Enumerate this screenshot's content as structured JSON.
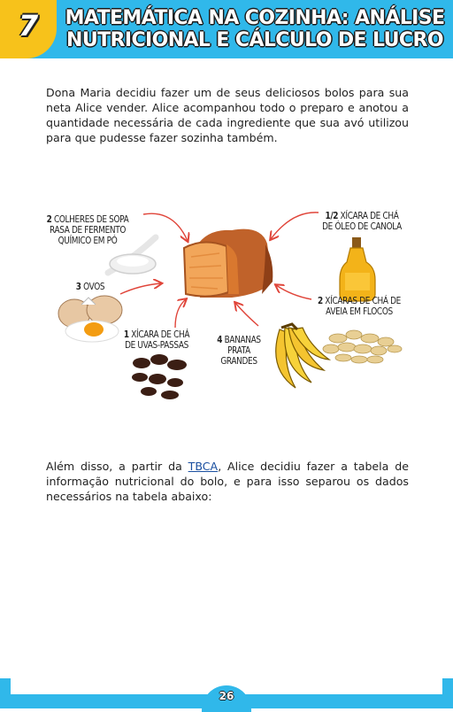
{
  "header": {
    "chapter_number": "7",
    "title_line_1": "MATEMÁTICA NA COZINHA: ANÁLISE",
    "title_line_2": "NUTRICIONAL E CÁLCULO DE LUCRO"
  },
  "paragraph_1": "Dona Maria decidiu fazer um de seus deliciosos bolos para sua neta Alice vender. Alice acompanhou todo o preparo e anotou a quantidade necessária de cada ingrediente que sua avó utilizou para que pudesse fazer sozinha também.",
  "ingredients": {
    "fermento": {
      "qty": "2",
      "text_line_1": "colheres de sopa",
      "text_line_2": "rasa de fermento",
      "text_line_3": "químico em pó"
    },
    "ovos": {
      "qty": "3",
      "text": "ovos"
    },
    "uvas": {
      "qty": "1",
      "text_line_1": "xícara de chá",
      "text_line_2": "de uvas-passas"
    },
    "bananas": {
      "qty": "4",
      "text_line_1": "bananas",
      "text_line_2": "prata",
      "text_line_3": "grandes"
    },
    "oleo": {
      "qty": "1/2",
      "text_line_1": "xícara de chá",
      "text_line_2": "de óleo de canola"
    },
    "aveia": {
      "qty": "2",
      "text_line_1": "xícaras de chá de",
      "text_line_2": "aveia em flocos"
    }
  },
  "paragraph_2": {
    "before_link": "Além disso, a partir da ",
    "link": "TBCA",
    "after_link": ", Alice decidiu fazer a tabela de informação nutricional do bolo, e para isso separou os dados necessários na tabela abaixo:"
  },
  "footer": {
    "page_number": "26"
  },
  "colors": {
    "header_blue": "#30b8ea",
    "badge_yellow": "#f7c21b",
    "arrow_red": "#e0453a"
  }
}
